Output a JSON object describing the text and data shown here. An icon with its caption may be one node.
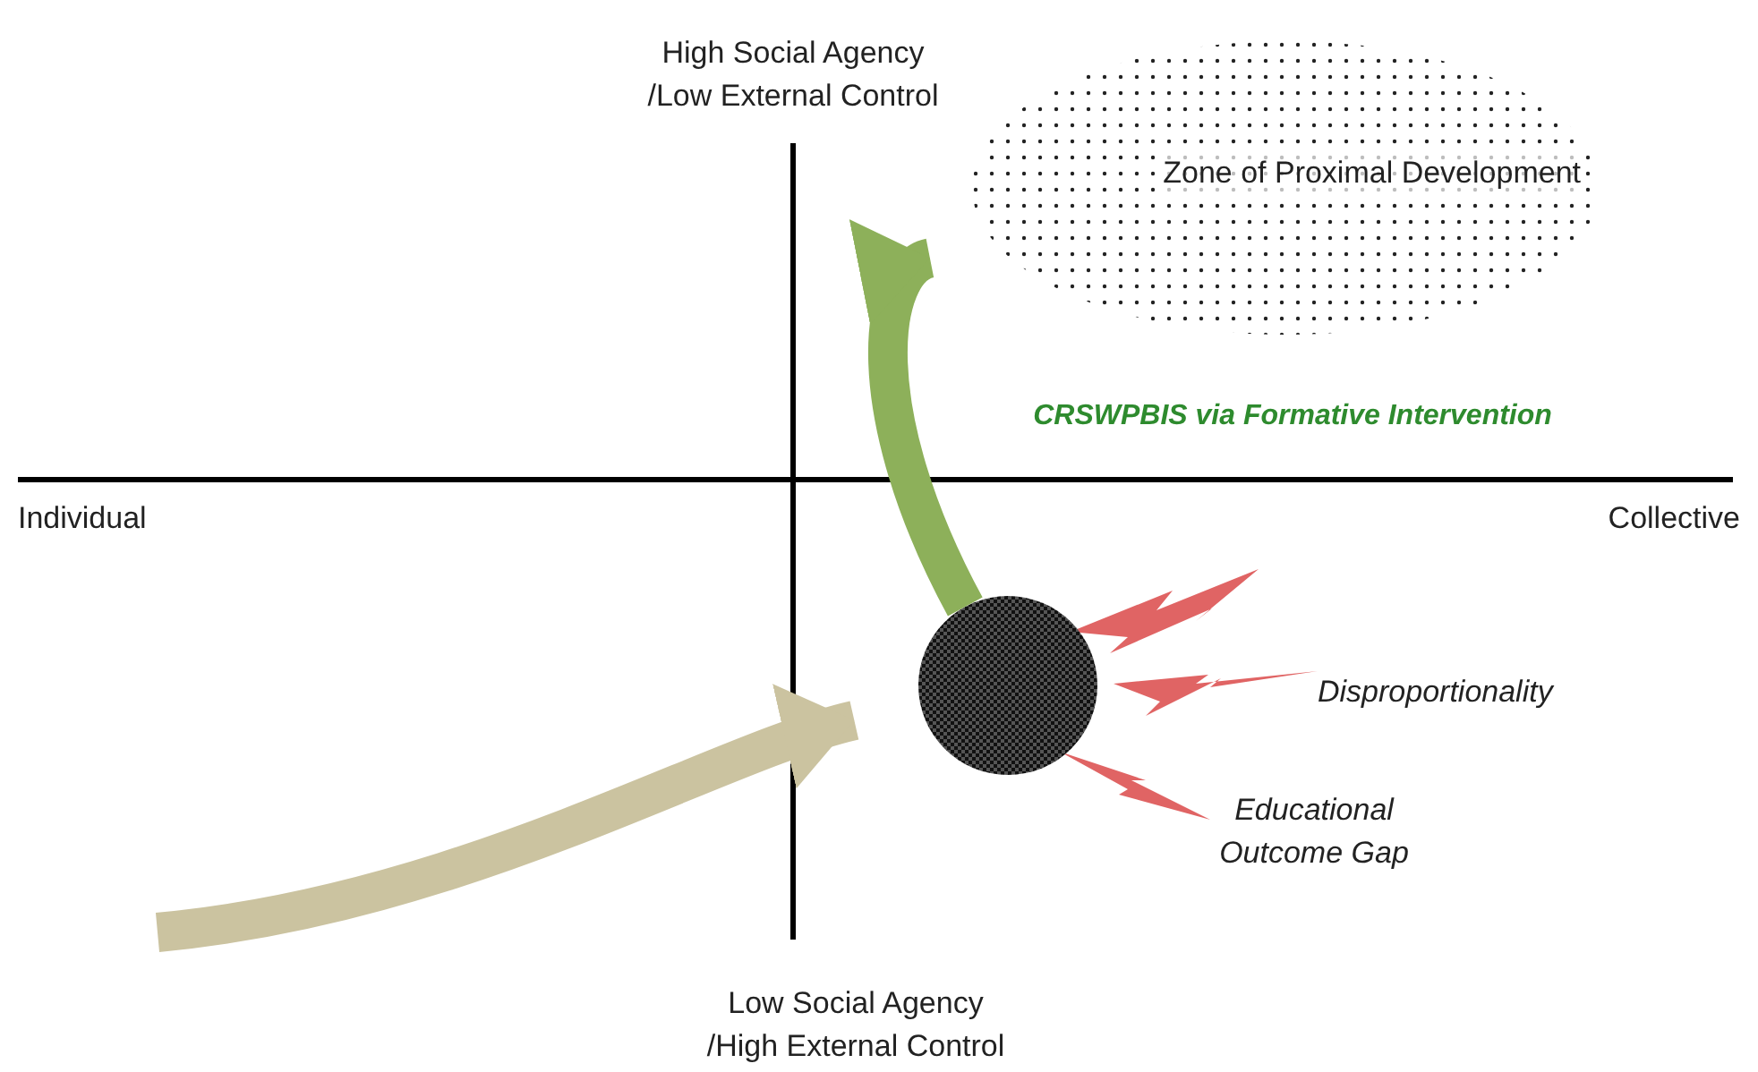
{
  "diagram": {
    "nodes": [
      {
        "text": [
          "Zone of Proximal Development"
        ]
      },
      {
        "text": [],
        "shape": "circle"
      }
    ],
    "edges": [
      {
        "from": null,
        "to": 1,
        "arrow": "to",
        "color": "#cbc3a0"
      },
      {
        "from": 1,
        "to": 0,
        "arrow": "to",
        "color": "#8db05a",
        "label": "CRSWPBIS via Formative Intervention"
      }
    ],
    "labels": [
      "High Social Agency /Low External Control",
      "Individual",
      "Collective",
      "Disproportionality",
      "Educational Outcome Gap",
      "Low Social Agency /High External Control"
    ]
  }
}
